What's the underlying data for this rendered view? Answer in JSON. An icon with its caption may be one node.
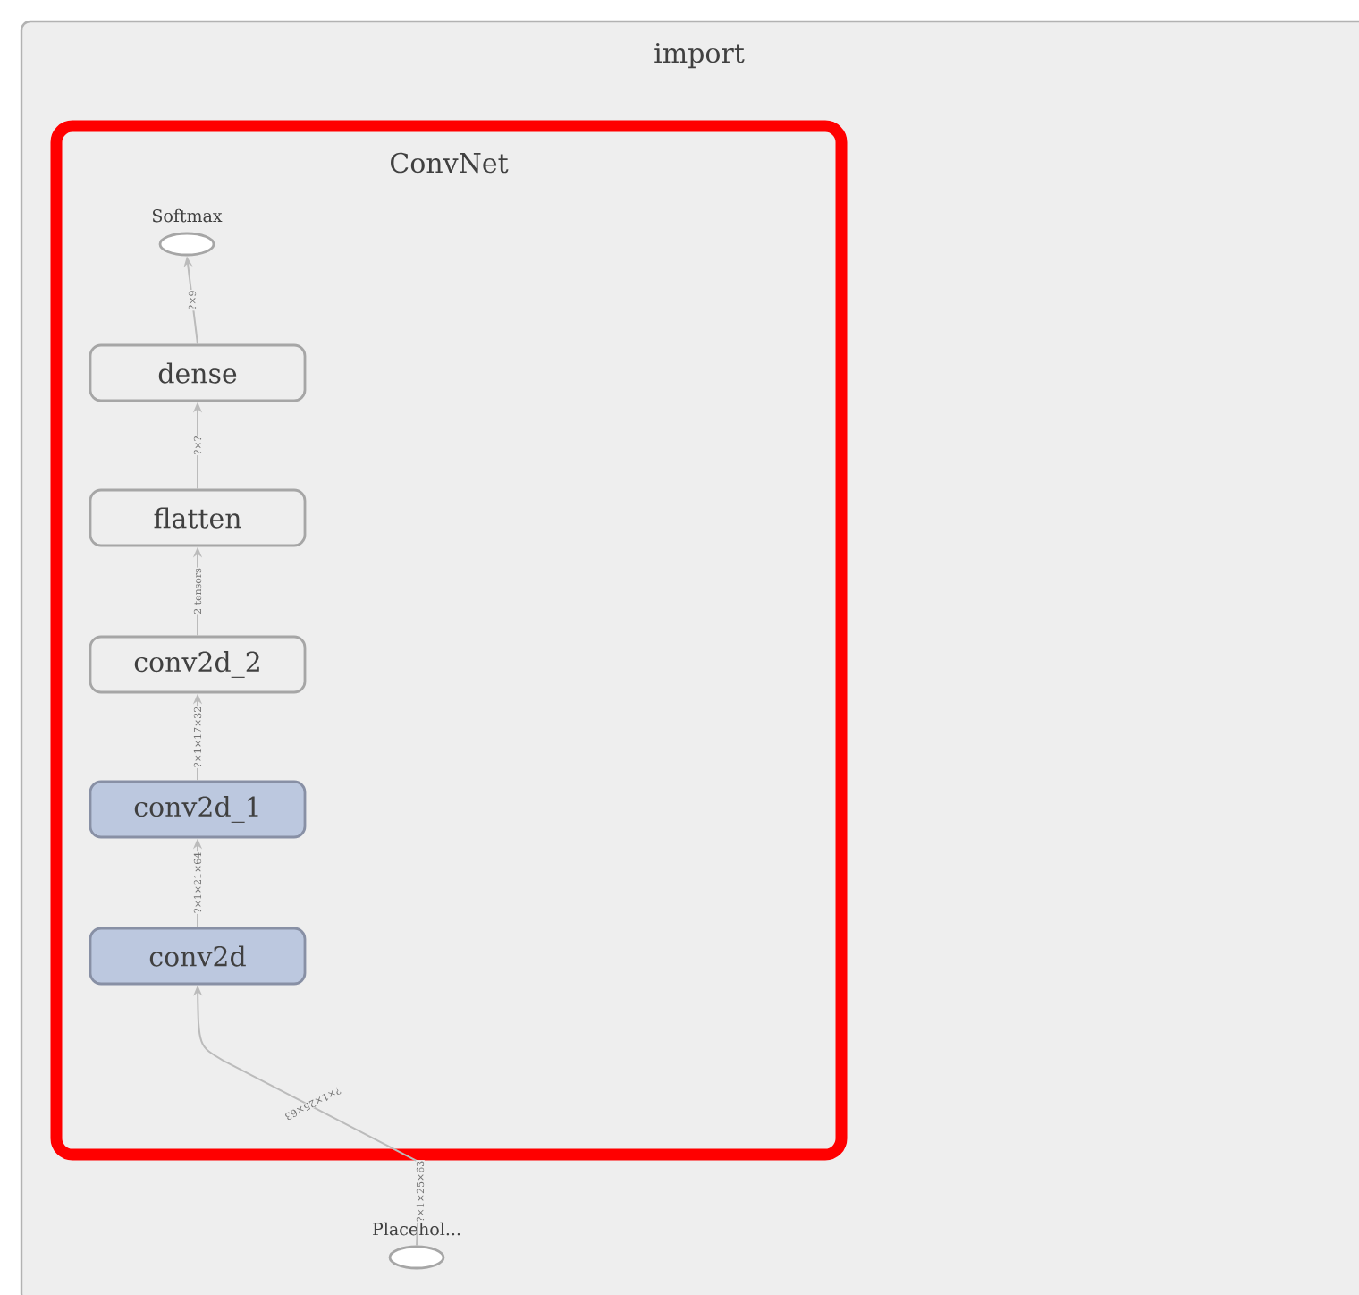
{
  "diagram": {
    "nodes": [
      {
        "text": [
          "import"
        ]
      },
      {
        "text": [
          "ConvNet"
        ],
        "in": 0
      },
      {
        "text": [
          "Softmax"
        ],
        "in": 1
      },
      {
        "text": [
          "dense"
        ],
        "in": 1
      },
      {
        "text": [
          "flatten"
        ],
        "in": 1
      },
      {
        "text": [
          "conv2d_2"
        ],
        "in": 1
      },
      {
        "text": [
          "conv2d_1"
        ],
        "in": 1
      },
      {
        "text": [
          "conv2d"
        ],
        "in": 1
      },
      {
        "text": [
          "Placehol..."
        ],
        "in": 0
      }
    ],
    "edges": [
      {
        "from": 3,
        "to": 2,
        "arrow": "to",
        "label": "?×9"
      },
      {
        "from": 4,
        "to": 3,
        "arrow": "to",
        "label": "?×?"
      },
      {
        "from": 5,
        "to": 4,
        "arrow": "to",
        "label": "2 tensors"
      },
      {
        "from": 6,
        "to": 5,
        "arrow": "to",
        "label": "?×1×17×32"
      },
      {
        "from": 7,
        "to": 6,
        "arrow": "to",
        "label": "?×1×21×64"
      },
      {
        "from": 8,
        "to": 7,
        "arrow": "to",
        "label": "?×1×25×63"
      }
    ],
    "labels": [
      "?×1×25×63"
    ]
  }
}
